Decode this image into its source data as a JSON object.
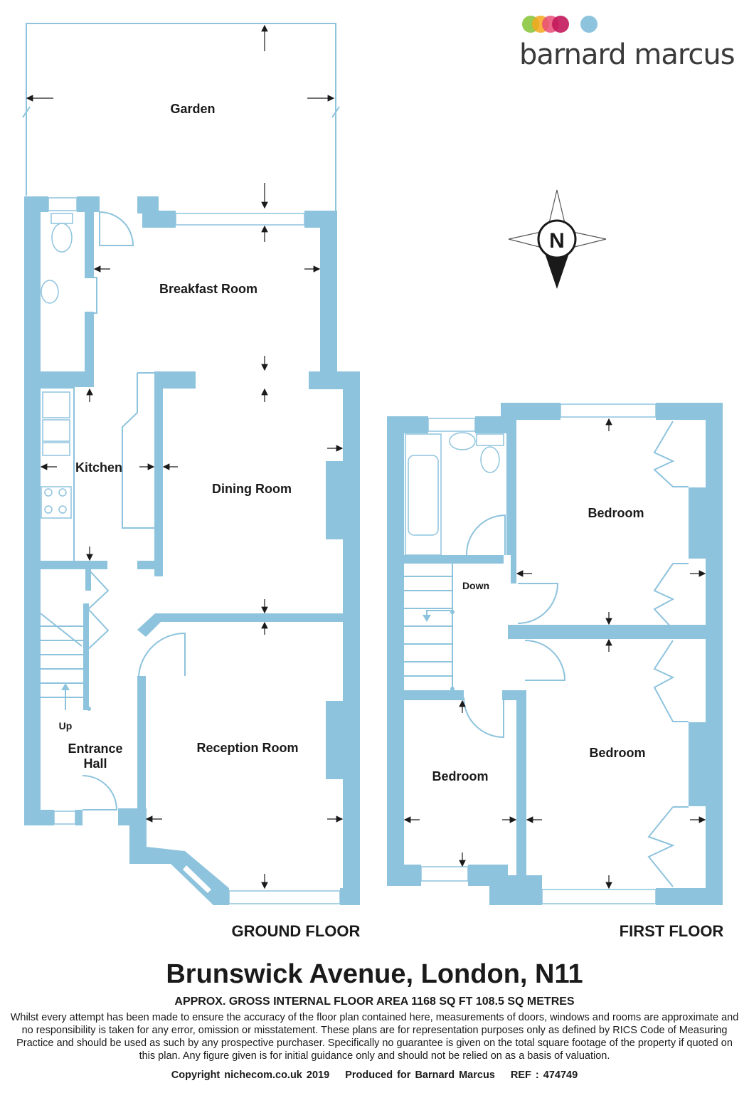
{
  "brand": {
    "name": "barnard marcus",
    "dot_colors": [
      "#8cc63f",
      "#f4a71d",
      "#e94e77",
      "#c2185b",
      "#8ec3dd"
    ]
  },
  "compass": {
    "letter": "N"
  },
  "floors": {
    "ground": {
      "label": "GROUND FLOOR",
      "rooms": {
        "garden": "Garden",
        "breakfast": "Breakfast Room",
        "kitchen": "Kitchen",
        "dining": "Dining Room",
        "reception": "Reception Room",
        "entrance_line1": "Entrance",
        "entrance_line2": "Hall",
        "stairs_up": "Up"
      }
    },
    "first": {
      "label": "FIRST FLOOR",
      "rooms": {
        "bedroom_top": "Bedroom",
        "bedroom_left": "Bedroom",
        "bedroom_right": "Bedroom",
        "stairs_down": "Down"
      }
    }
  },
  "footer": {
    "address": "Brunswick Avenue, London, N11",
    "area": "APPROX. GROSS INTERNAL FLOOR AREA 1168 SQ FT 108.5 SQ METRES",
    "disclaimer": "Whilst every attempt has been made to ensure the accuracy of the floor plan contained here, measurements of doors, windows and rooms are approximate and no responsibility is taken for any error, omission or misstatement. These plans are for representation purposes only as defined by RICS Code of Measuring Practice and should be used as such by any prospective purchaser.  Specifically no guarantee is given on the total square footage of the property if quoted on this plan. Any figure given is for initial guidance only and should not be relied on as a basis of valuation.",
    "copyright": "Copyright nichecom.co.uk 2019",
    "produced_for": "Produced for Barnard Marcus",
    "ref": "REF : 474749"
  }
}
